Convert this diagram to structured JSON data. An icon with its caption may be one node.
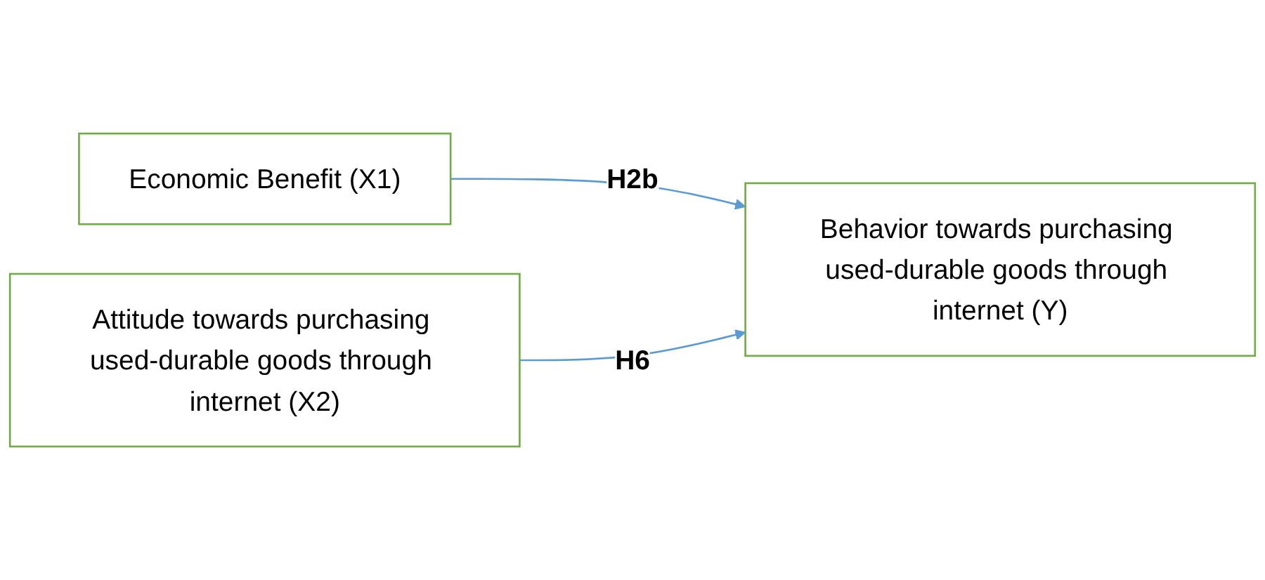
{
  "diagram": {
    "nodes": [
      {
        "text": [
          "Economic Benefit (X1)"
        ]
      },
      {
        "text": [
          "Attitude towards purchasing used-durable goods through internet (X2)"
        ]
      },
      {
        "text": [
          "Behavior towards purchasing used-durable goods through internet (Y)"
        ]
      }
    ],
    "edges": [
      {
        "from": 0,
        "to": 2,
        "arrow": "to",
        "label": "H2b"
      },
      {
        "from": 1,
        "to": 2,
        "arrow": "to",
        "label": "H6"
      }
    ]
  }
}
